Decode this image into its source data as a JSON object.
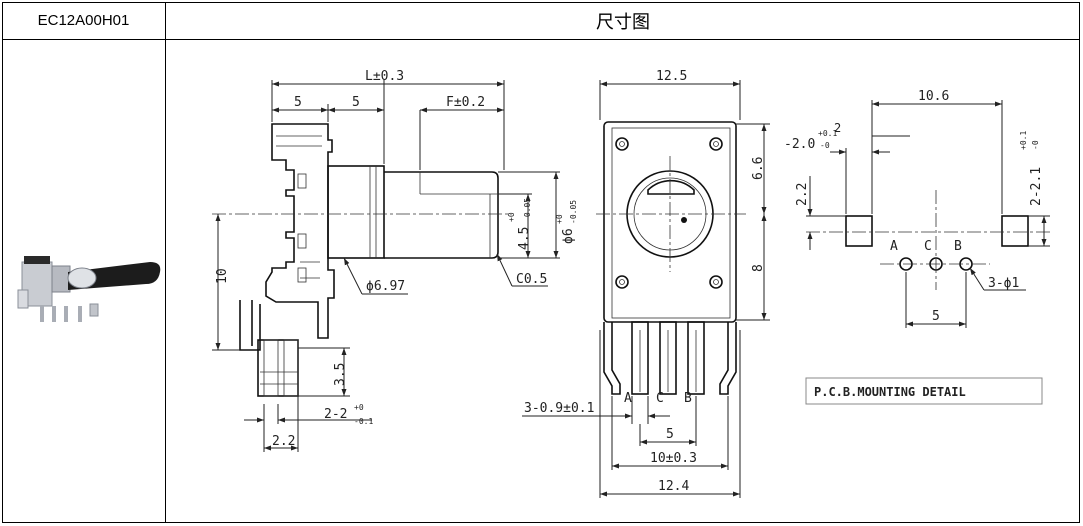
{
  "header": {
    "part_code": "EC12A00H01",
    "title": "尺寸图"
  },
  "side_view": {
    "overall_length": "L±0.3",
    "seg_a": "5",
    "seg_b": "5",
    "flat_length": "F±0.2",
    "height": "10",
    "shaft_flat": "4.5",
    "shaft_flat_tol_upper": "+0",
    "shaft_flat_tol_lower": "-0.05",
    "shaft_dia": "ϕ6",
    "shaft_dia_tol_upper": "+0",
    "shaft_dia_tol_lower": "-0.05",
    "chamfer": "C0.5",
    "bushing_dia": "ϕ6.97",
    "pin_length": "3.5",
    "pin_width": "2-2",
    "pin_width_tol_upper": "+0",
    "pin_width_tol_lower": "-0.1",
    "pin_spacing": "2.2"
  },
  "front_view": {
    "top_width": "12.5",
    "upper_height": "6.6",
    "lower_height": "8",
    "terminal_a": "A",
    "terminal_c": "C",
    "terminal_b": "B",
    "terminal_size": "3-0.9±0.1",
    "terminal_pitch": "5",
    "mount_span": "10±0.3",
    "bottom_width": "12.4"
  },
  "pcb": {
    "width": "10.6",
    "slot_width": "-2.0",
    "slot_width_tol_upper": "+0.1",
    "slot_width_tol_lower": "-0",
    "slot_width_tol_extra": "2",
    "slot_height": "2.2",
    "slot_height_right": "2-2.1",
    "slot_height_right_tol_upper": "+0.1",
    "slot_height_right_tol_lower": "-0",
    "label_a": "A",
    "label_c": "C",
    "label_b": "B",
    "holes": "3-ϕ1",
    "hole_pitch": "5",
    "detail_label": "P.C.B.MOUNTING DETAIL"
  }
}
